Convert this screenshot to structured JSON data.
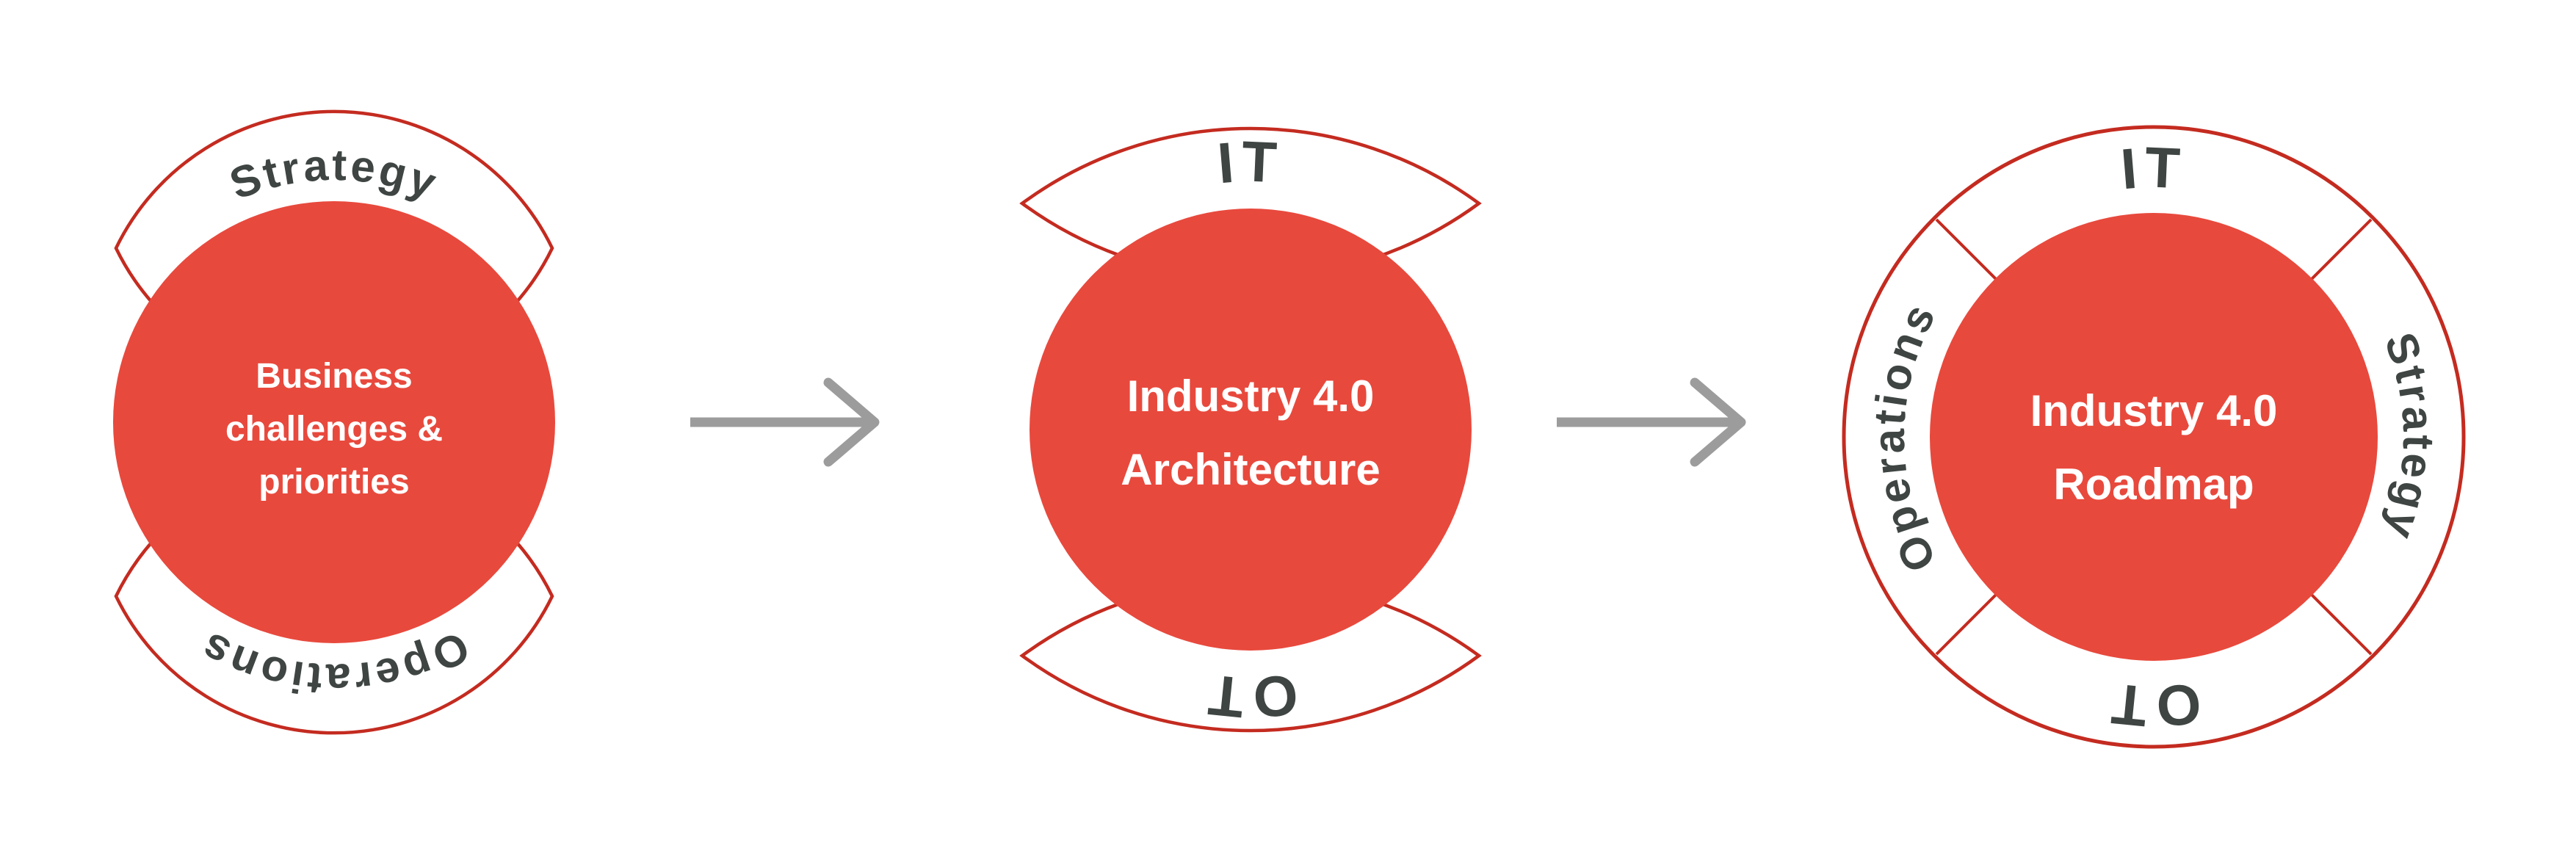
{
  "title": "Industry 4.0 journey diagram",
  "colors": {
    "bg": "#FFFFFF",
    "redFill": "#E8493D",
    "redStroke": "#C42B20",
    "labelColor": "#3E4543",
    "arrowColor": "#9C9C9C",
    "coreText": "#FFFFFF"
  },
  "stages": [
    {
      "id": "business-challenges",
      "top_label": "Strategy",
      "bottom_label": "Operations",
      "lines": [
        "Business",
        "challenges &",
        "priorities"
      ]
    },
    {
      "id": "industry-40-architecture",
      "top_label": "IT",
      "bottom_label": "OT",
      "lines": [
        "Industry 4.0",
        "Architecture"
      ]
    },
    {
      "id": "industry-40-roadmap",
      "labels": {
        "top": "IT",
        "right": "Strategy",
        "bottom": "OT",
        "left": "Operations"
      },
      "lines": [
        "Industry 4.0",
        "Roadmap"
      ]
    }
  ]
}
